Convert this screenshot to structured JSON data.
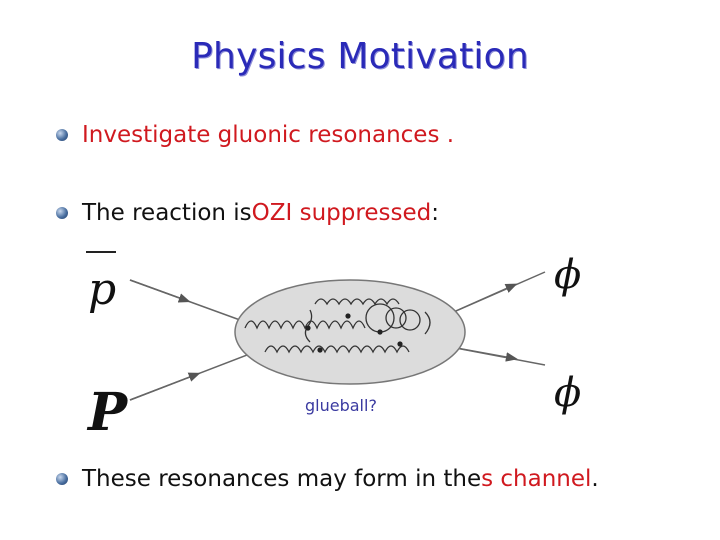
{
  "slide": {
    "title": "Physics Motivation",
    "bullets": [
      {
        "text": "Investigate gluonic resonances ."
      },
      {
        "pre": "The reaction is ",
        "highlight": "OZI suppressed",
        "post": ":"
      },
      {
        "pre": "These resonances may form in the ",
        "highlight": "s channel",
        "post": "."
      }
    ],
    "diagram": {
      "label": "glueball?",
      "incoming_top": "p",
      "incoming_bottom": "P",
      "outgoing_top": "ϕ",
      "outgoing_bottom": "ϕ"
    },
    "colors": {
      "title": "#2a2ab8",
      "highlight": "#d0191f",
      "label": "#3a3aa0"
    }
  }
}
